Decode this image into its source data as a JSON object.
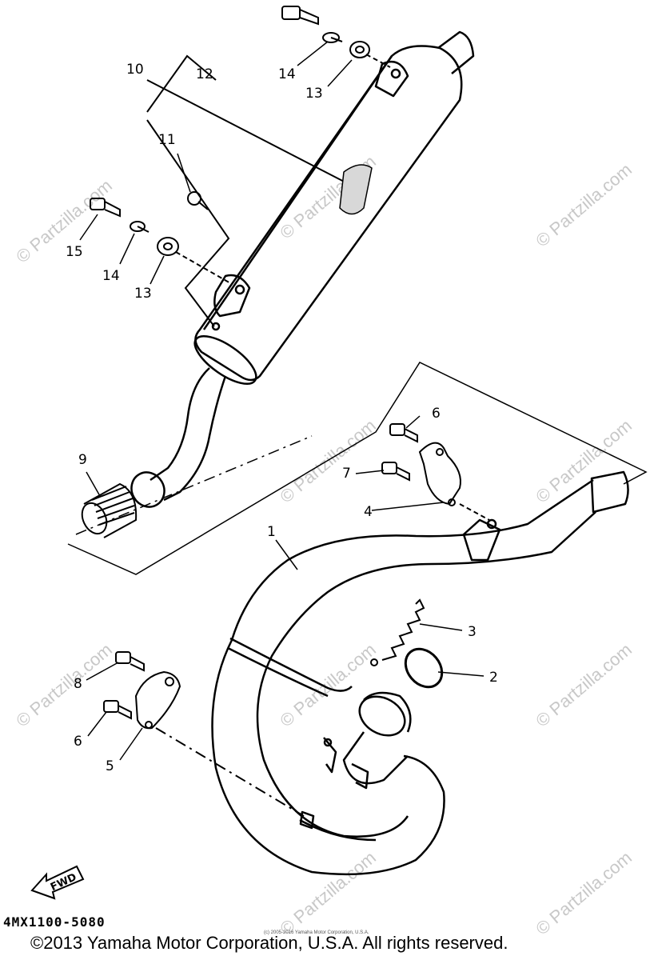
{
  "diagram": {
    "callouts": {
      "c1": "1",
      "c2": "2",
      "c3": "3",
      "c4": "4",
      "c5": "5",
      "c6a": "6",
      "c6b": "6",
      "c7": "7",
      "c8": "8",
      "c9": "9",
      "c10": "10",
      "c11": "11",
      "c12": "12",
      "c13a": "13",
      "c13b": "13",
      "c14a": "14",
      "c14b": "14",
      "c15": "15"
    },
    "fwd_label": "FWD",
    "watermark": "© Partzilla.com"
  },
  "footer": {
    "part_code": "4MX1100-5080",
    "small_copyright": "(c) 2005-2016 Yamaha Motor Corporation, U.S.A.",
    "copyright": "©2013 Yamaha Motor Corporation, U.S.A. All rights reserved."
  }
}
